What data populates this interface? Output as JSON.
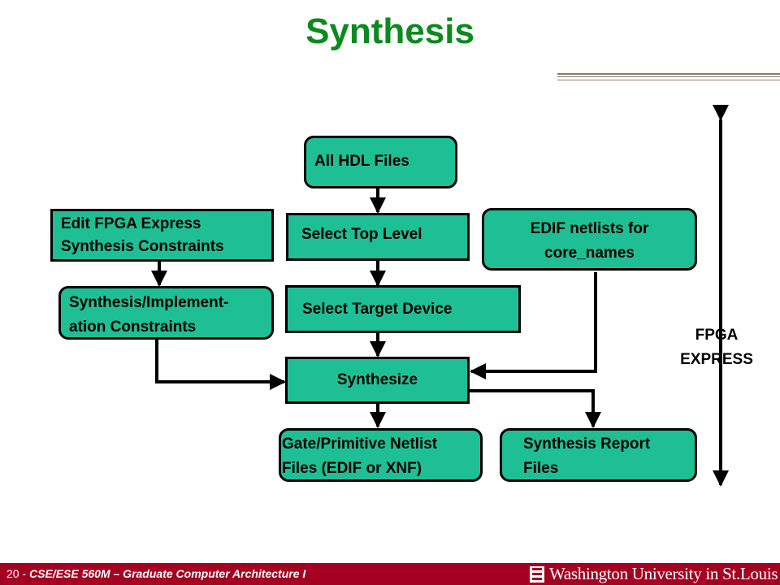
{
  "title": "Synthesis",
  "boxes": {
    "all_hdl": "All HDL Files",
    "edit_constraints": "Edit FPGA Express\nSynthesis Constraints",
    "select_top": "Select Top Level",
    "edif_netlists": "EDIF netlists for\ncore_names",
    "synth_impl_constraints": "Synthesis/Implement-\nation Constraints",
    "select_device": "Select Target Device",
    "synthesize": "Synthesize",
    "gate_netlist": "Gate/Primitive Netlist\nFiles (EDIF or XNF)",
    "synth_report": "Synthesis Report\nFiles"
  },
  "side_label": "FPGA\nEXPRESS",
  "footer": {
    "page_number": "20 - ",
    "course": "CSE/ESE 560M – Graduate Computer Architecture I",
    "university": "Washington University in St.Louis"
  },
  "colors": {
    "title": "#0b8a1e",
    "box_fill": "#1fbf95",
    "footer_bar": "#a50021"
  }
}
